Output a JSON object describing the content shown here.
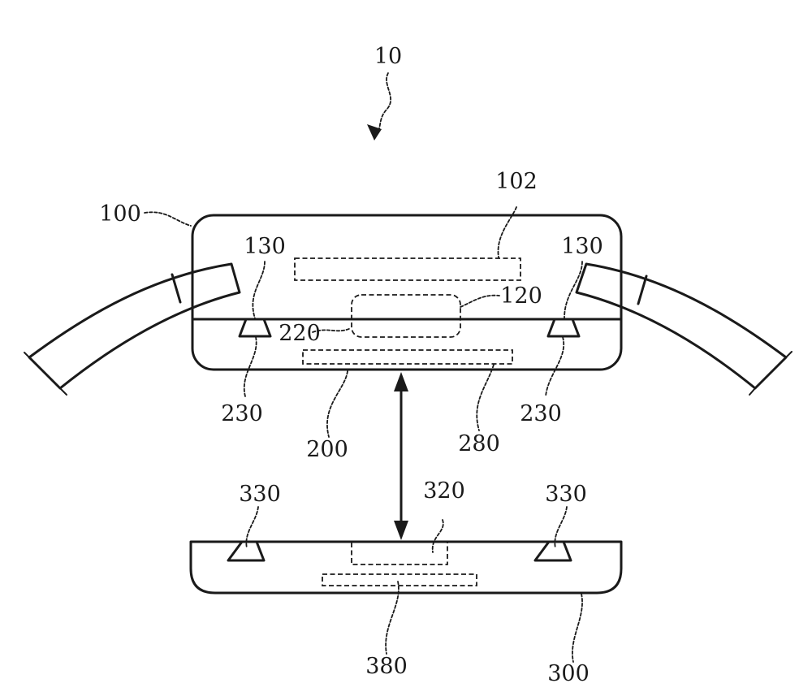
{
  "diagram": {
    "labels": {
      "assembly": "10",
      "device_housing": "100",
      "display_region": "102",
      "module": "120",
      "attachment_left": "130",
      "attachment_right": "130",
      "back_cover": "200",
      "coil_upper": "220",
      "latch_left": "230",
      "latch_right": "230",
      "coil_lower": "280",
      "latch_receiver_left": "330",
      "latch_receiver_right": "330",
      "charger_module": "320",
      "charger_coil": "380",
      "charger_base": "300"
    }
  }
}
